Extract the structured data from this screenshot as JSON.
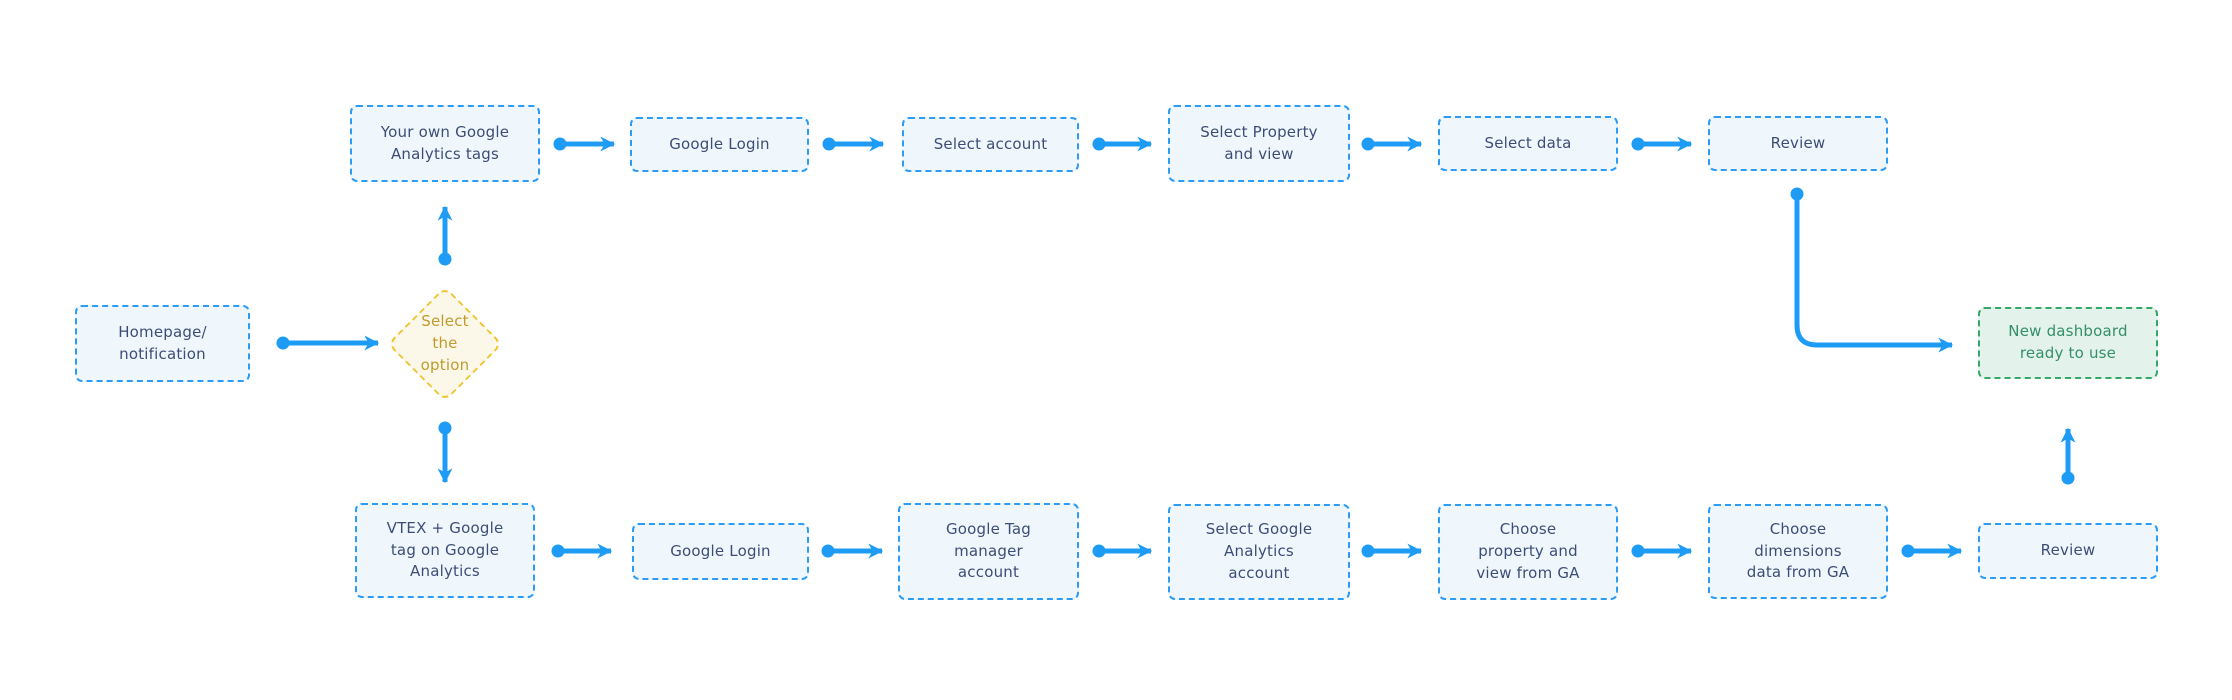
{
  "colors": {
    "connector_blue": "#1E9CF5",
    "box_border_blue": "#2D9CF5",
    "box_fill_blue": "#EFF7FD",
    "box_text_navy": "#3D4D77",
    "diamond_border_gold": "#EFC42F",
    "diamond_fill_cream": "#FCF8E9",
    "diamond_text_gold": "#C09A2B",
    "end_border_green": "#34A866",
    "end_fill_green": "#E3F2EA",
    "end_text_green": "#338F6C",
    "background": "#FFFFFF"
  },
  "flowchart": {
    "nodes": {
      "homepage": {
        "label": "Homepage/\nnotification",
        "shape": "rect",
        "theme": "blue"
      },
      "decision": {
        "label": "Select\nthe\noption",
        "shape": "diamond",
        "theme": "gold"
      },
      "own_tags": {
        "label": "Your own Google\nAnalytics tags",
        "shape": "rect",
        "theme": "blue"
      },
      "login_top": {
        "label": "Google Login",
        "shape": "rect",
        "theme": "blue"
      },
      "select_account": {
        "label": "Select account",
        "shape": "rect",
        "theme": "blue"
      },
      "select_property": {
        "label": "Select Property\nand view",
        "shape": "rect",
        "theme": "blue"
      },
      "select_data": {
        "label": "Select data",
        "shape": "rect",
        "theme": "blue"
      },
      "review_top": {
        "label": "Review",
        "shape": "rect",
        "theme": "blue"
      },
      "new_dashboard": {
        "label": "New dashboard\nready to use",
        "shape": "rect",
        "theme": "green"
      },
      "vtex_tag": {
        "label": "VTEX + Google\ntag on Google\nAnalytics",
        "shape": "rect",
        "theme": "blue"
      },
      "login_bottom": {
        "label": "Google Login",
        "shape": "rect",
        "theme": "blue"
      },
      "gtm_account": {
        "label": "Google Tag\nmanager\naccount",
        "shape": "rect",
        "theme": "blue"
      },
      "select_ga_account": {
        "label": "Select Google\nAnalytics\naccount",
        "shape": "rect",
        "theme": "blue"
      },
      "choose_property": {
        "label": "Choose\nproperty and\nview from GA",
        "shape": "rect",
        "theme": "blue"
      },
      "choose_dimensions": {
        "label": "Choose\ndimensions\ndata from GA",
        "shape": "rect",
        "theme": "blue"
      },
      "review_bottom": {
        "label": "Review",
        "shape": "rect",
        "theme": "blue"
      }
    },
    "edges": [
      {
        "from": "homepage",
        "to": "decision"
      },
      {
        "from": "decision",
        "to": "own_tags"
      },
      {
        "from": "decision",
        "to": "vtex_tag"
      },
      {
        "from": "own_tags",
        "to": "login_top"
      },
      {
        "from": "login_top",
        "to": "select_account"
      },
      {
        "from": "select_account",
        "to": "select_property"
      },
      {
        "from": "select_property",
        "to": "select_data"
      },
      {
        "from": "select_data",
        "to": "review_top"
      },
      {
        "from": "review_top",
        "to": "new_dashboard"
      },
      {
        "from": "vtex_tag",
        "to": "login_bottom"
      },
      {
        "from": "login_bottom",
        "to": "gtm_account"
      },
      {
        "from": "gtm_account",
        "to": "select_ga_account"
      },
      {
        "from": "select_ga_account",
        "to": "choose_property"
      },
      {
        "from": "choose_property",
        "to": "choose_dimensions"
      },
      {
        "from": "choose_dimensions",
        "to": "review_bottom"
      },
      {
        "from": "review_bottom",
        "to": "new_dashboard"
      }
    ]
  }
}
